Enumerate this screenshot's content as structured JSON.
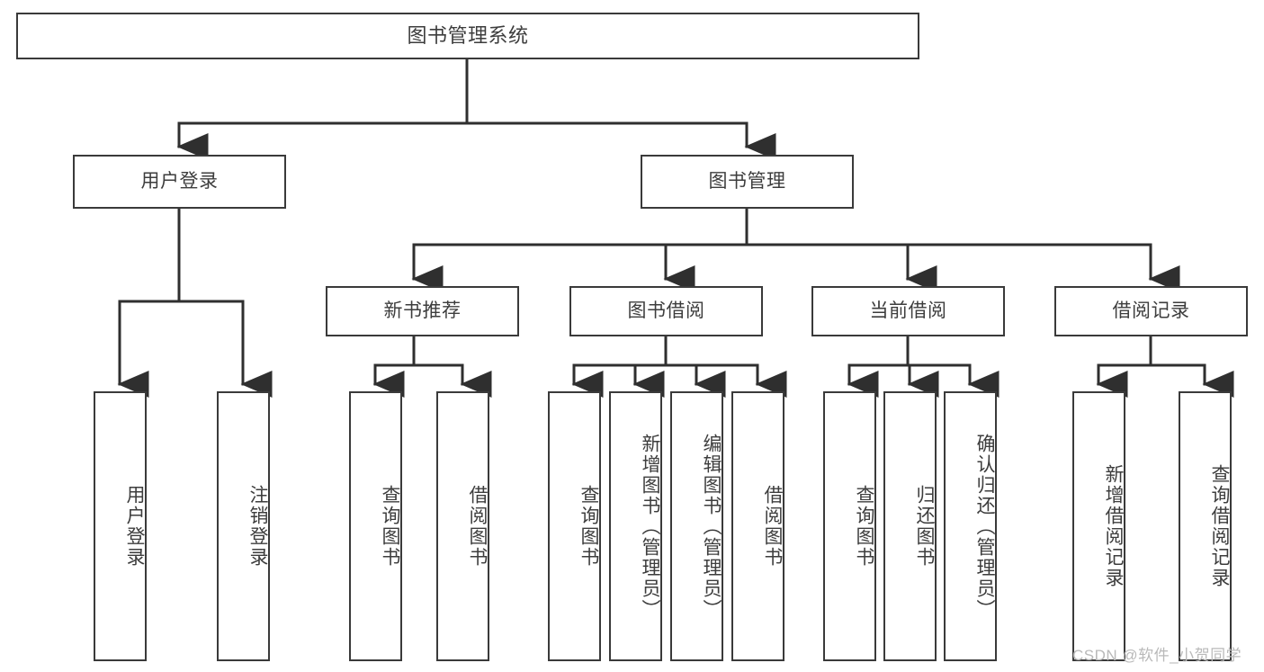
{
  "diagram": {
    "title": "图书管理系统",
    "type": "tree",
    "colors": {
      "box_border": "#3a3a3a",
      "box_fill": "#ffffff",
      "text": "#3d3d3d",
      "connector": "#2f2f2f",
      "watermark": "#b9b9b9",
      "background": "#ffffff"
    },
    "watermark": "CSDN @软件_小贺同学",
    "root": {
      "label": "图书管理系统"
    },
    "level2": [
      {
        "label": "用户登录"
      },
      {
        "label": "图书管理"
      }
    ],
    "level3": [
      {
        "label": "新书推荐"
      },
      {
        "label": "图书借阅"
      },
      {
        "label": "当前借阅"
      },
      {
        "label": "借阅记录"
      }
    ],
    "leaves_user_login": [
      {
        "label": "用户登录"
      },
      {
        "label": "注销登录"
      }
    ],
    "leaves_new_book": [
      {
        "label": "查询图书"
      },
      {
        "label": "借阅图书"
      }
    ],
    "leaves_borrow": [
      {
        "label": "查询图书"
      },
      {
        "label": "新增图书（管理员）"
      },
      {
        "label": "编辑图书（管理员）"
      },
      {
        "label": "借阅图书"
      }
    ],
    "leaves_current": [
      {
        "label": "查询图书"
      },
      {
        "label": "归还图书"
      },
      {
        "label": "确认归还（管理员）"
      }
    ],
    "leaves_record": [
      {
        "label": "新增借阅记录"
      },
      {
        "label": "查询借阅记录"
      }
    ]
  }
}
